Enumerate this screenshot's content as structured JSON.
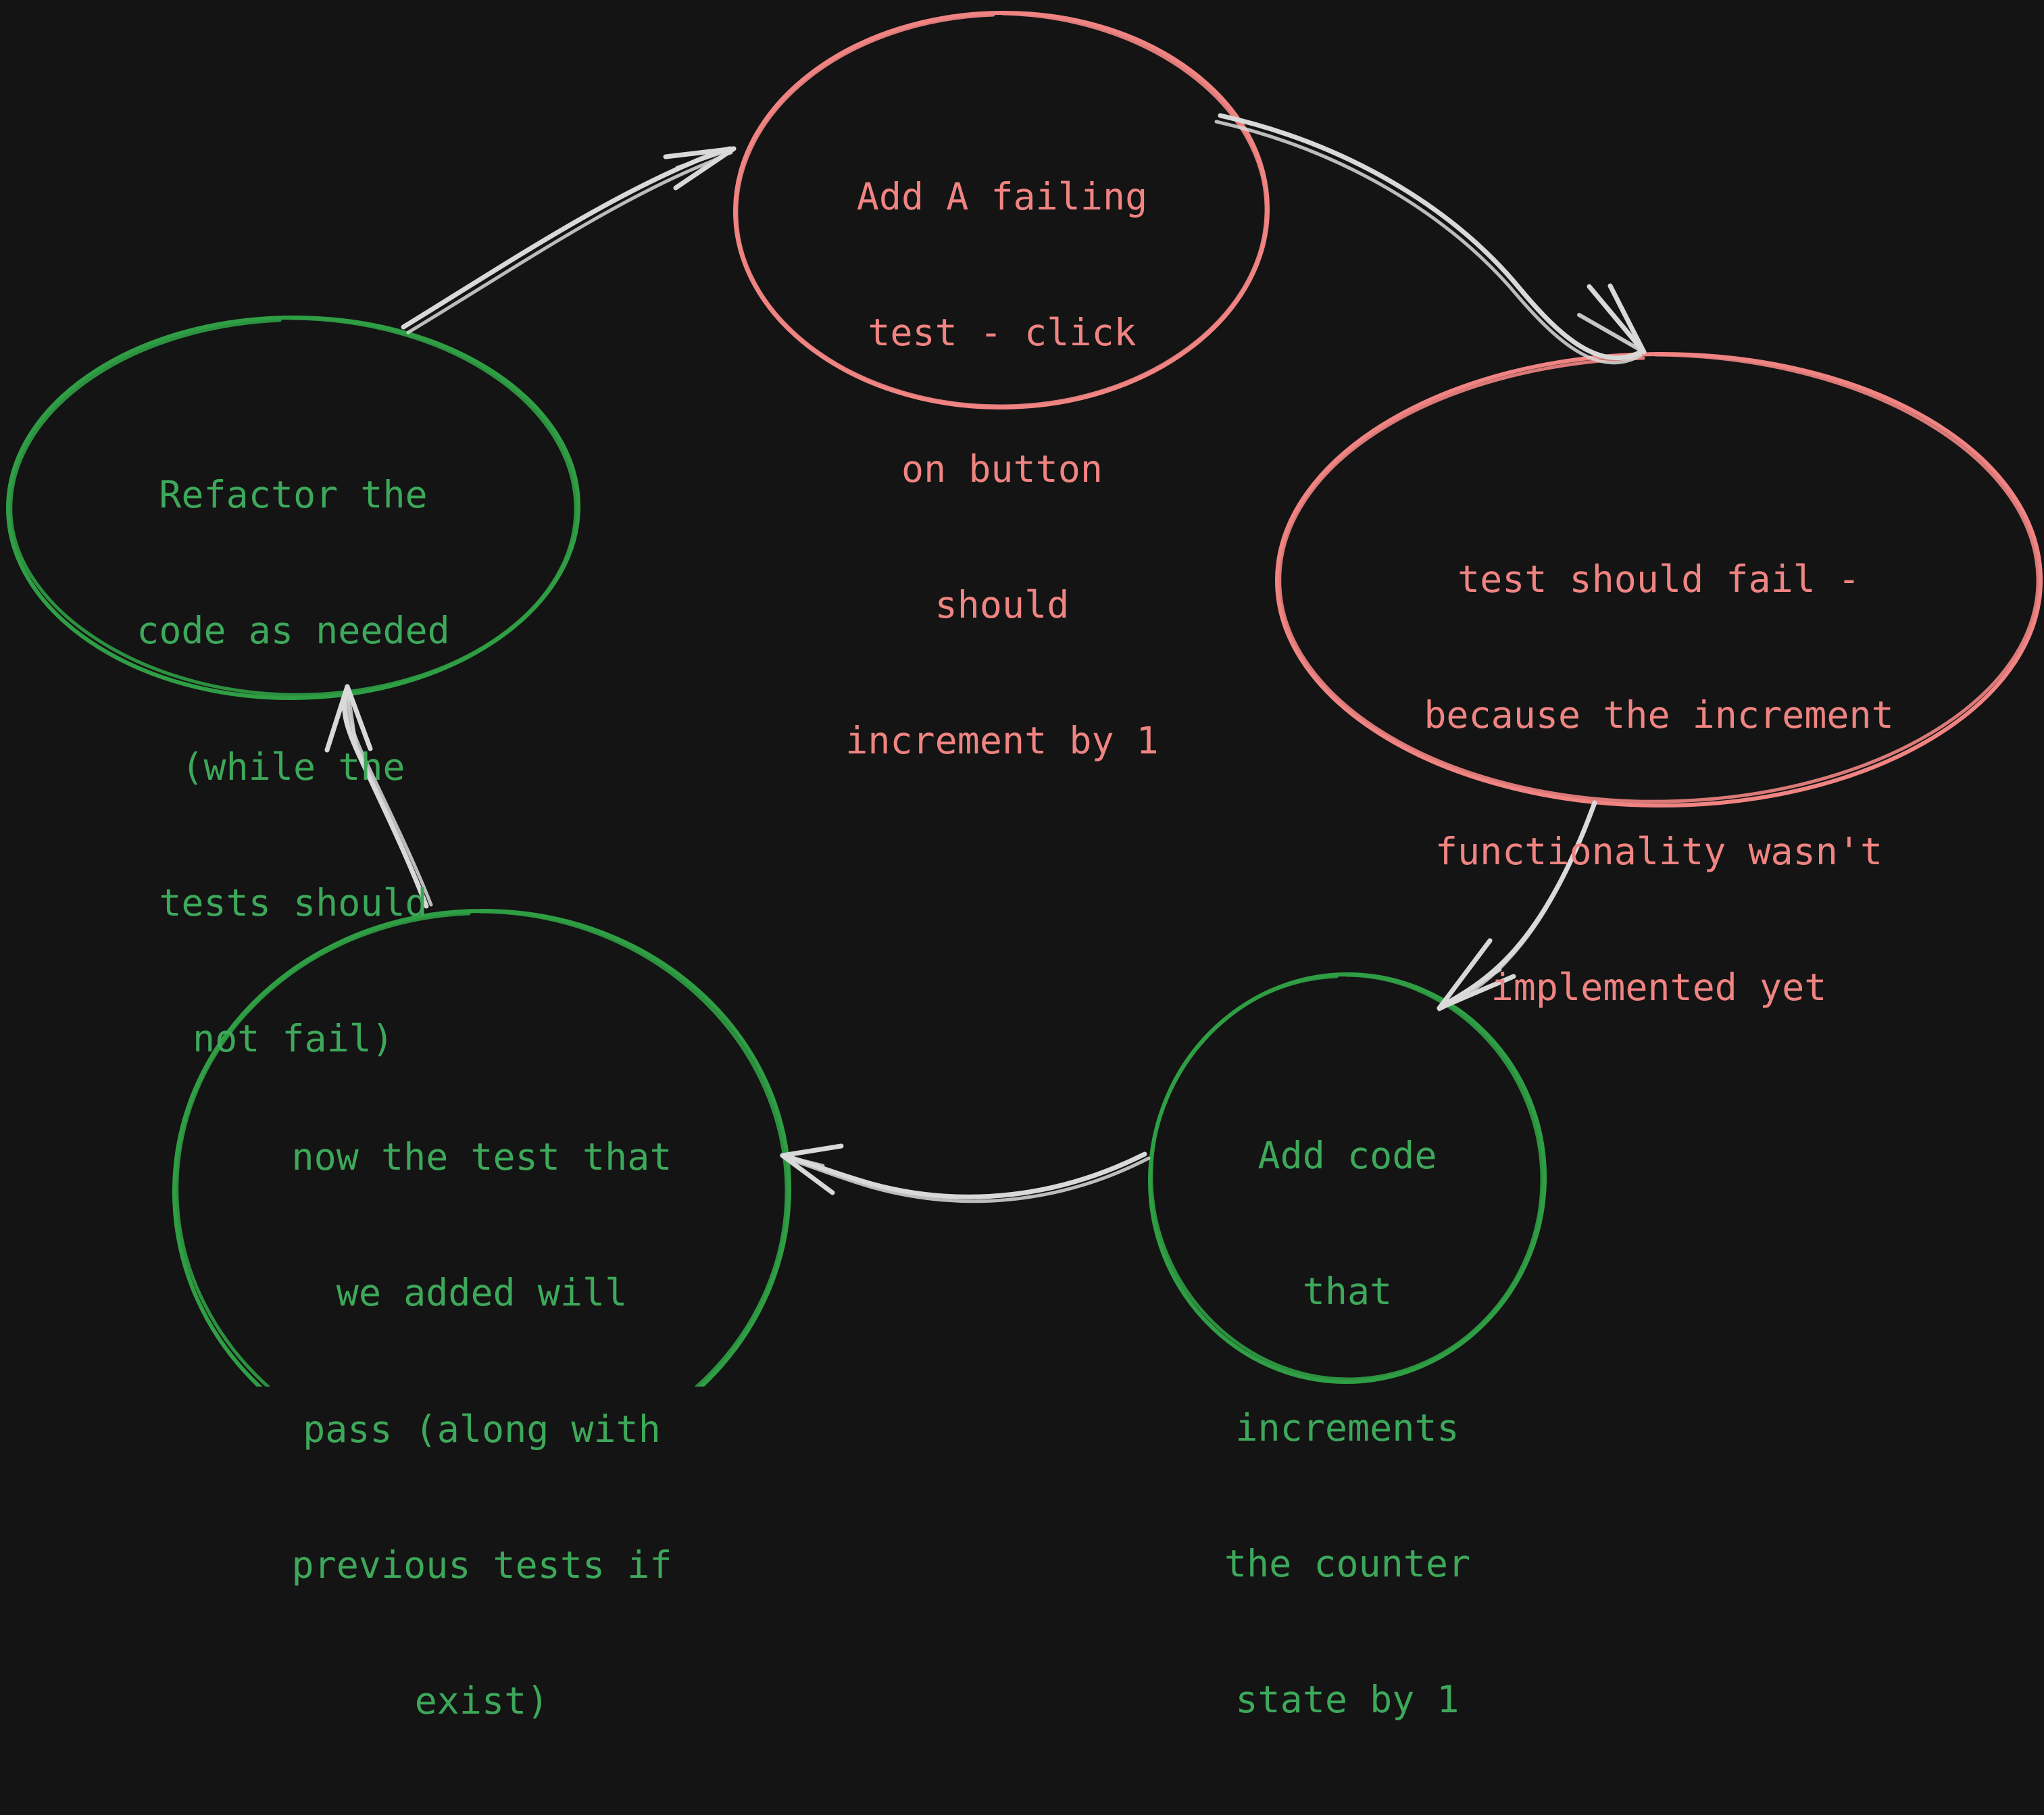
{
  "diagram": {
    "title": "TDD cycle",
    "background_color": "#141414",
    "arrow_color": "#d9d9d9",
    "red_color": "#f08482",
    "green_color": "#2f9e44",
    "green_text_color": "#3da85a",
    "nodes": [
      {
        "id": "add-failing-test",
        "shape": "ellipse",
        "color": "#f08482",
        "text_color": "#f08482",
        "lines": [
          "Add A failing",
          "test - click",
          "on button",
          "should",
          "increment by 1"
        ]
      },
      {
        "id": "test-should-fail",
        "shape": "ellipse",
        "color": "#f08482",
        "text_color": "#f08482",
        "lines": [
          "test should fail -",
          "because the increment",
          "functionality wasn't",
          "implemented yet"
        ]
      },
      {
        "id": "add-code-increment",
        "shape": "ellipse",
        "color": "#2f9e44",
        "text_color": "#3da85a",
        "lines": [
          "Add code",
          "that",
          "increments",
          "the counter",
          "state by 1"
        ]
      },
      {
        "id": "test-now-passes",
        "shape": "ellipse",
        "color": "#2f9e44",
        "text_color": "#3da85a",
        "lines": [
          "now the test that",
          "we added will",
          "pass (along with",
          "previous tests if",
          "exist)"
        ]
      },
      {
        "id": "refactor-code",
        "shape": "ellipse",
        "color": "#2f9e44",
        "text_color": "#3da85a",
        "lines": [
          "Refactor the",
          "code as needed",
          "(while the",
          "tests should",
          "not fail)"
        ]
      }
    ],
    "edges": [
      {
        "id": "edge-failing-to-fail",
        "from": "add-failing-test",
        "to": "test-should-fail"
      },
      {
        "id": "edge-fail-to-addcode",
        "from": "test-should-fail",
        "to": "add-code-increment"
      },
      {
        "id": "edge-addcode-to-passes",
        "from": "add-code-increment",
        "to": "test-now-passes"
      },
      {
        "id": "edge-passes-to-refactor",
        "from": "test-now-passes",
        "to": "refactor-code"
      },
      {
        "id": "edge-refactor-to-failing",
        "from": "refactor-code",
        "to": "add-failing-test"
      }
    ]
  }
}
